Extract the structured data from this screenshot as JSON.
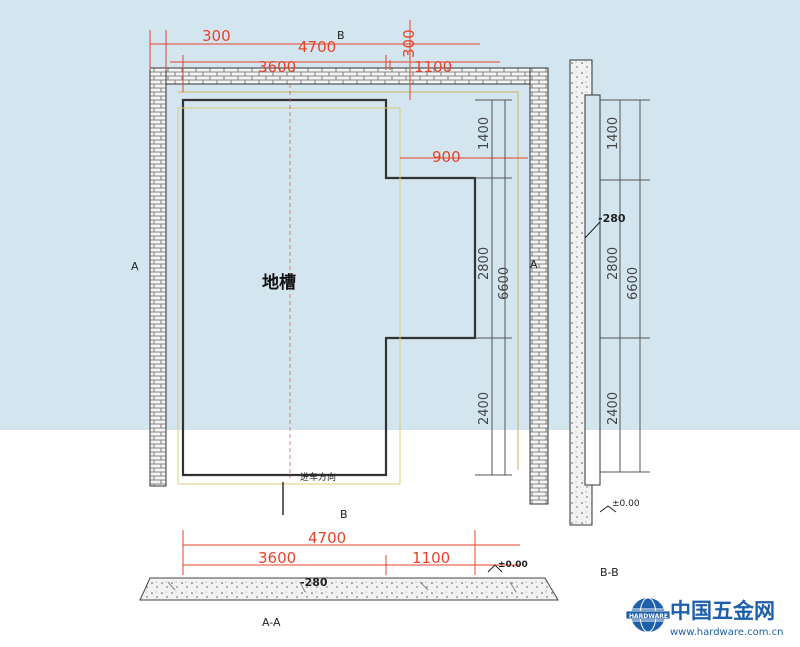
{
  "plan": {
    "marker_b_top": "B",
    "marker_b_bottom": "B",
    "marker_a_left": "A",
    "marker_a_right": "A",
    "pit_label": "地槽",
    "direction_label": "进车方向",
    "dim_top_300_left": "300",
    "dim_top_total": "4700",
    "dim_top_300_right": "300",
    "dim_top_3600": "3600",
    "dim_top_1100": "1100",
    "dim_side_900": "900",
    "dim_right_1400": "1400",
    "dim_right_2800": "2800",
    "dim_right_2400": "2400",
    "dim_right_6600": "6600"
  },
  "section_bb": {
    "title": "B-B",
    "depth": "-280",
    "ground": "±0.00",
    "dim_1400": "1400",
    "dim_2800": "2800",
    "dim_2400": "2400",
    "dim_6600": "6600"
  },
  "section_aa": {
    "title": "A-A",
    "dim_total": "4700",
    "dim_3600": "3600",
    "dim_1100": "1100",
    "depth": "-280",
    "ground": "±0.00"
  },
  "logo": {
    "name": "中国五金网",
    "url": "www.hardware.com.cn",
    "badge_text": "HARDWARE"
  },
  "colors": {
    "background_top": "#d3e5ef",
    "dimension_red": "#e8432a",
    "logo_blue": "#1d5fa8"
  }
}
